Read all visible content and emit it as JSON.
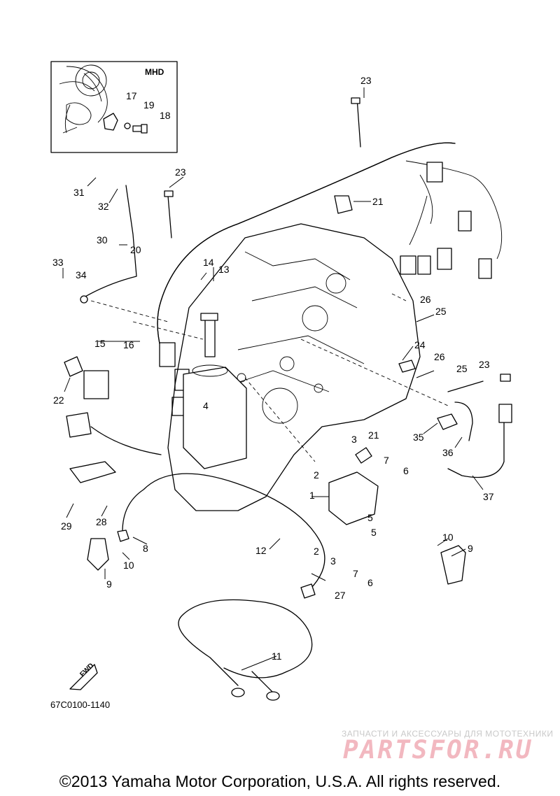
{
  "inset": {
    "label": "MHD"
  },
  "fwd_label": "FWD",
  "diagram_code": "67C0100-1140",
  "copyright": "©2013 Yamaha Motor Corporation, U.S.A. All rights reserved.",
  "watermark": {
    "tagline": "ЗАПЧАСТИ И АКСЕССУАРЫ ДЛЯ МОТОТЕХНИКИ",
    "logo": "PARTSFOR.RU",
    "logo_color": "#f2b8c0"
  },
  "callouts": [
    "1",
    "2",
    "3",
    "4",
    "5",
    "6",
    "7",
    "8",
    "9",
    "10",
    "11",
    "12",
    "13",
    "14",
    "15",
    "16",
    "17",
    "18",
    "19",
    "20",
    "21",
    "22",
    "23",
    "24",
    "25",
    "26",
    "27",
    "28",
    "29",
    "30",
    "31",
    "32",
    "33",
    "34",
    "35",
    "36",
    "37"
  ]
}
